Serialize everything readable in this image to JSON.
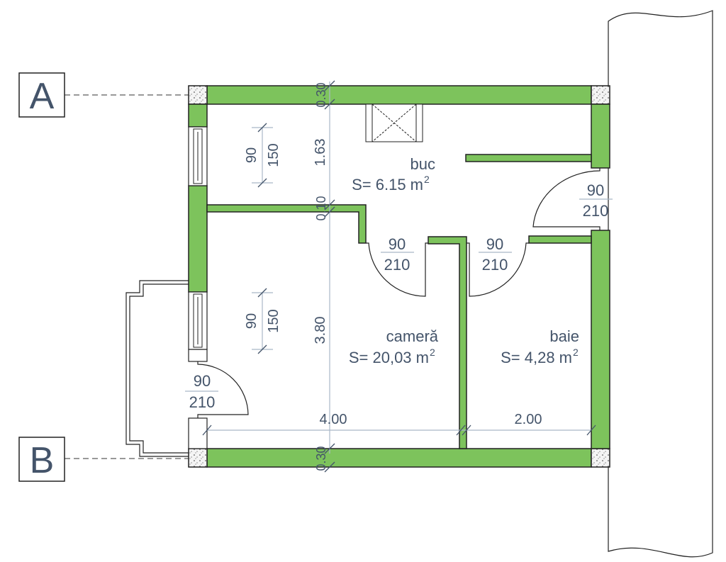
{
  "axes": {
    "a": "A",
    "b": "B"
  },
  "rooms": [
    {
      "name": "buc",
      "area": "S= 6.15 m",
      "sup": "2"
    },
    {
      "name": "cameră",
      "area": "S= 20,03 m",
      "sup": "2"
    },
    {
      "name": "baie",
      "area": "S= 4,28 m",
      "sup": "2"
    }
  ],
  "doors": [
    {
      "w": "90",
      "h": "210"
    },
    {
      "w": "90",
      "h": "210"
    },
    {
      "w": "90",
      "h": "210"
    },
    {
      "w": "90",
      "h": "210"
    }
  ],
  "windows": [
    {
      "w": "90",
      "h": "150"
    },
    {
      "w": "90",
      "h": "150"
    }
  ],
  "dimensions": {
    "top_wall": "0.30",
    "buc_depth": "1.63",
    "partition": "0.10",
    "camera_depth": "3.80",
    "bottom_wall": "0.30",
    "camera_width": "4.00",
    "baie_width": "2.00"
  },
  "colors": {
    "wall": "#7dc35c",
    "text": "#44546a"
  }
}
